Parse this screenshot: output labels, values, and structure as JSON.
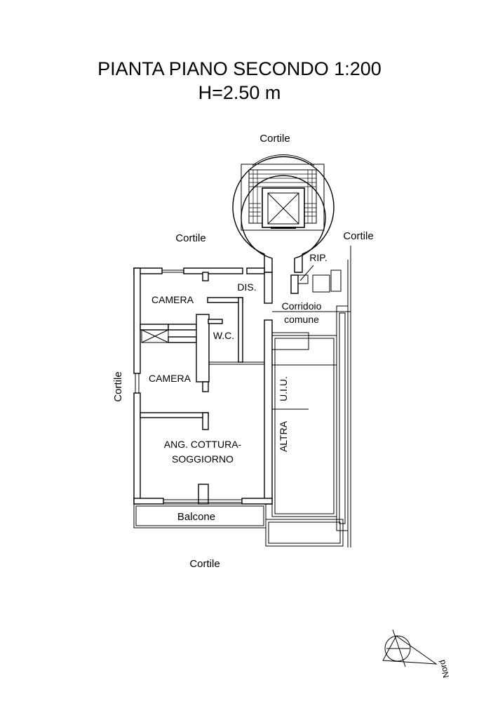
{
  "title": {
    "line1": "PIANTA PIANO SECONDO  1:200",
    "line2": "H=2.50 m"
  },
  "labels": {
    "cortile_top": "Cortile",
    "cortile_left_upper": "Cortile",
    "cortile_right": "Cortile",
    "cortile_left_vertical": "Cortile",
    "cortile_bottom": "Cortile",
    "rip": "RIP.",
    "dis": "DIS.",
    "corridoio_line1": "Corridoio",
    "corridoio_line2": "comune",
    "camera_1": "CAMERA",
    "wc": "W.C.",
    "camera_2": "CAMERA",
    "ang_cottura_line1": "ANG. COTTURA-",
    "ang_cottura_line2": "SOGGIORNO",
    "balcone": "Balcone",
    "altra": "ALTRA",
    "uiu": "U.I.U.",
    "nord": "Nord"
  }
}
